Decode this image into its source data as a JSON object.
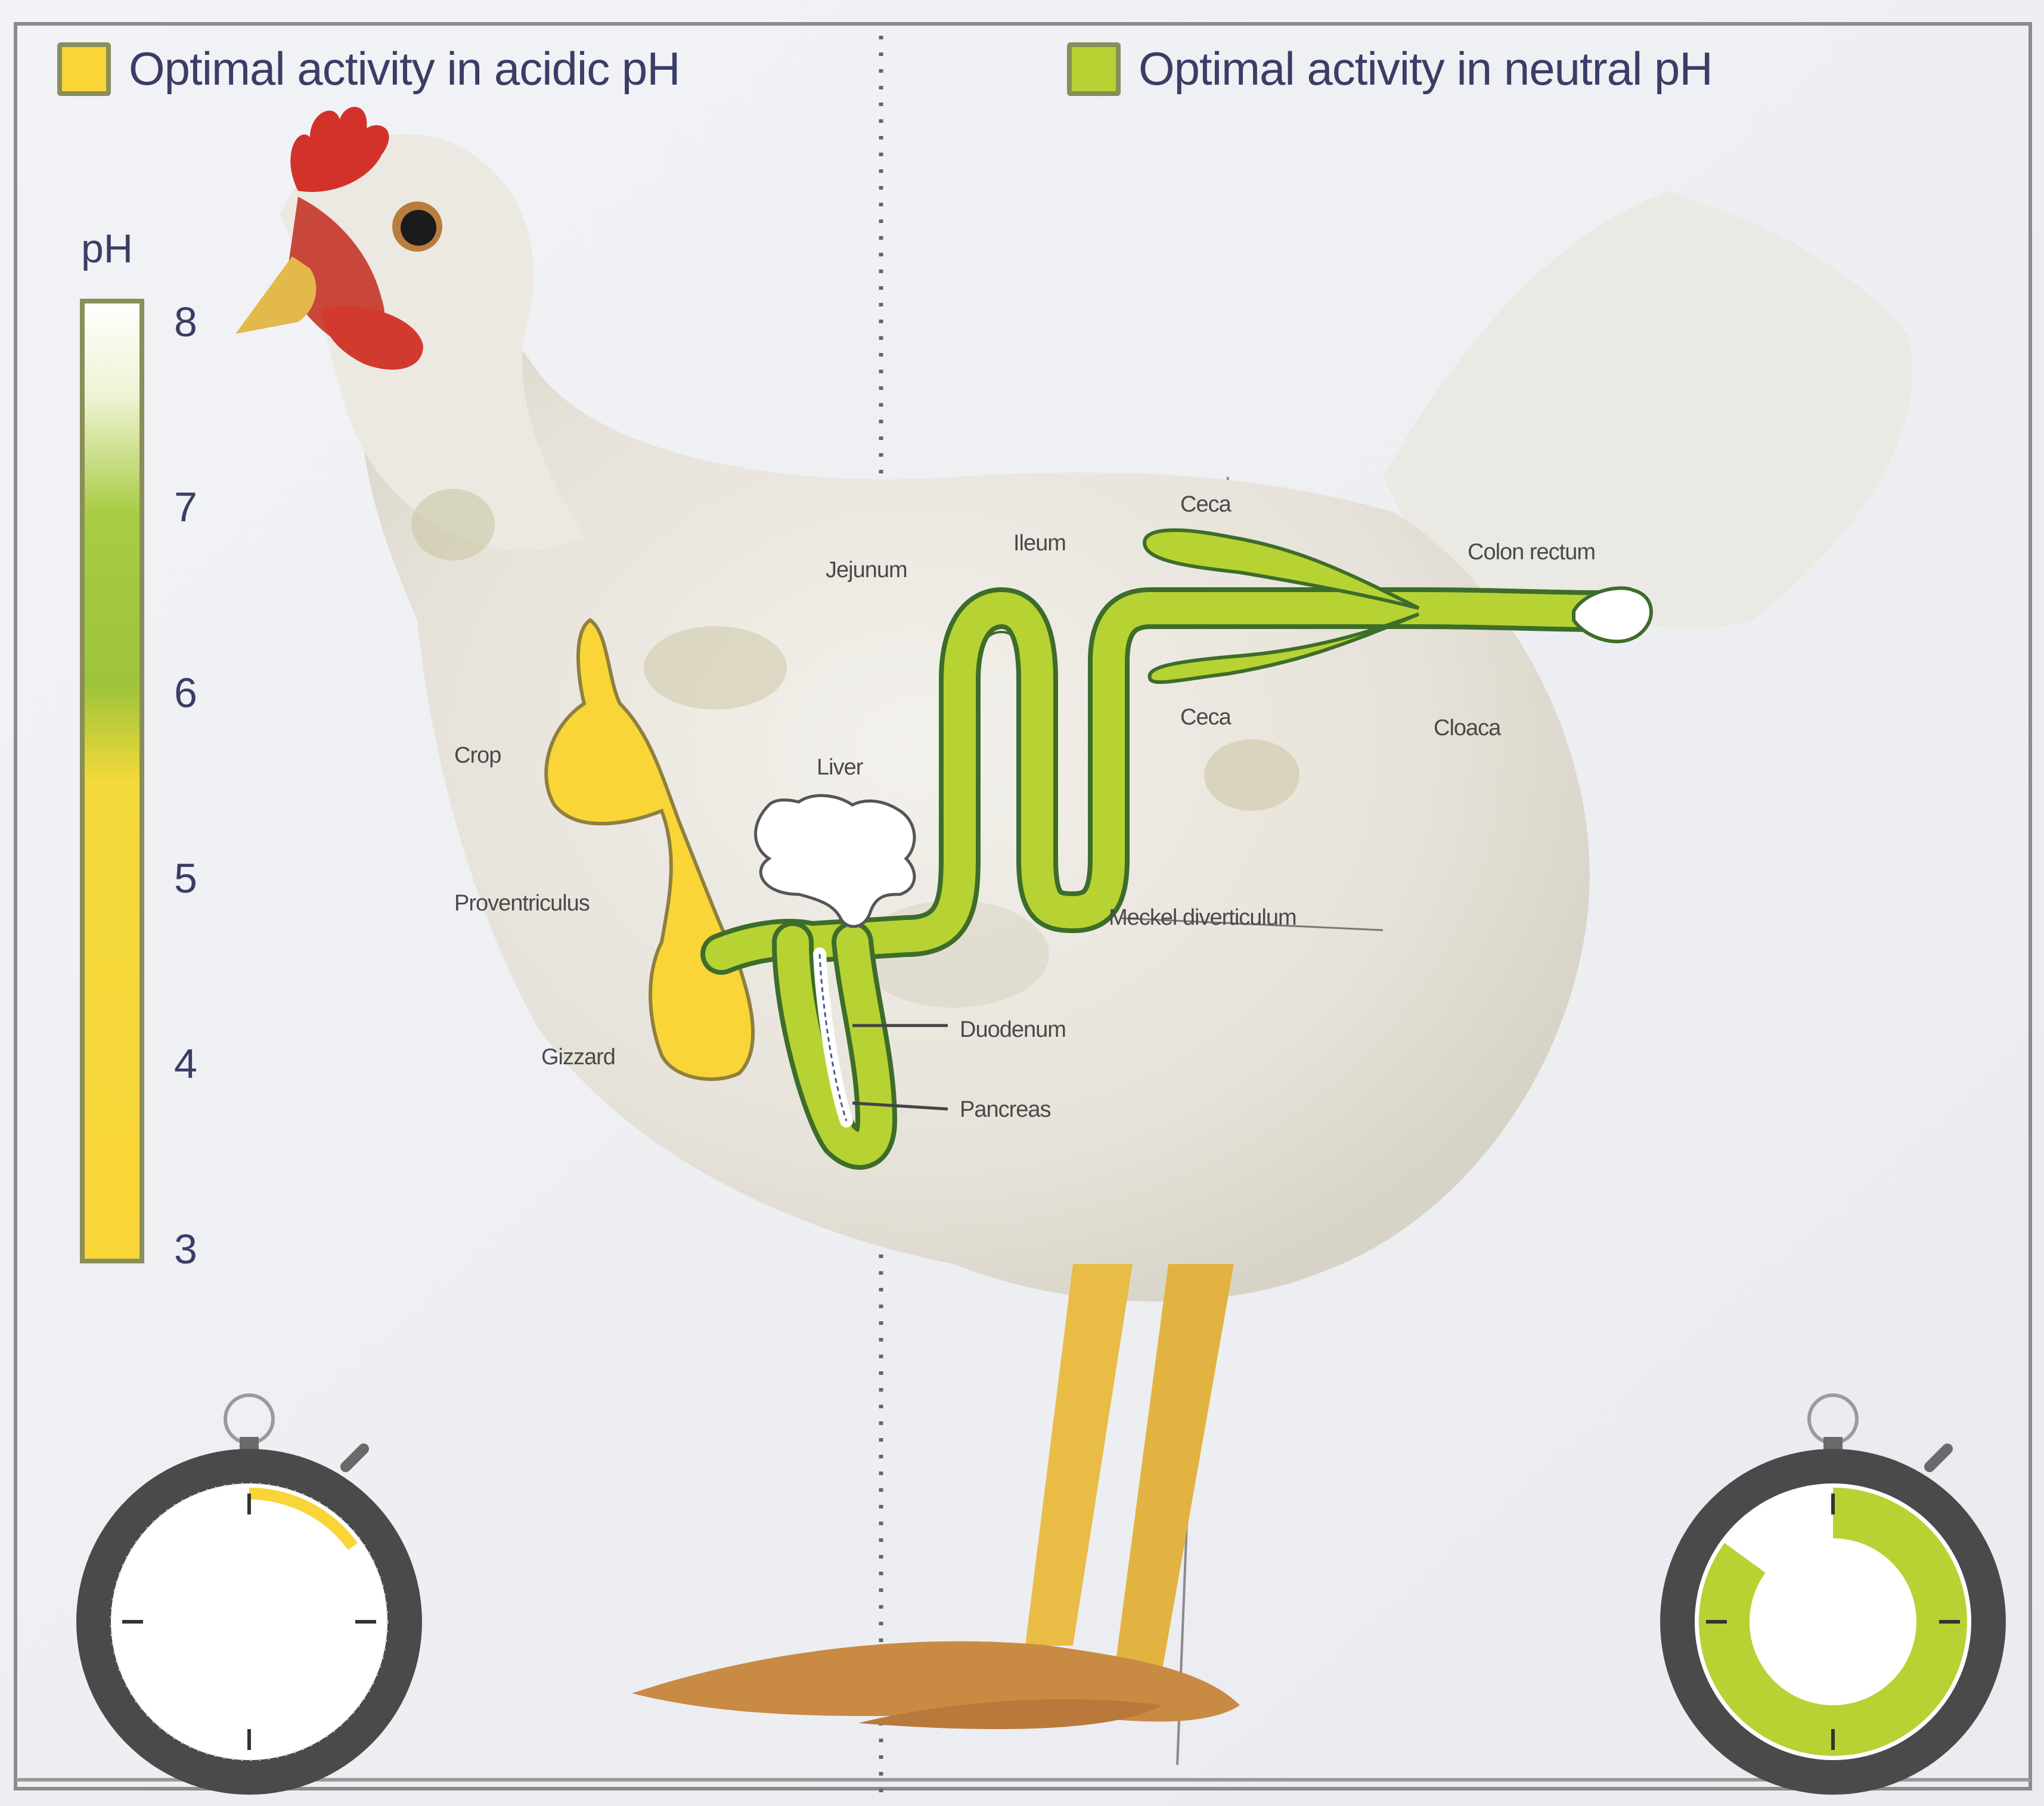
{
  "legend": {
    "acidic": {
      "label": "Optimal activity in acidic pH",
      "color": "#f9d538"
    },
    "neutral": {
      "label": "Optimal activity in neutral pH",
      "color": "#b7d233"
    }
  },
  "ph_scale": {
    "title": "pH",
    "ticks": [
      "8",
      "7",
      "6",
      "5",
      "4",
      "3"
    ]
  },
  "organs": {
    "crop": "Crop",
    "proventriculus": "Proventriculus",
    "gizzard": "Gizzard",
    "liver": "Liver",
    "duodenum": "Duodenum",
    "pancreas": "Pancreas",
    "jejunum": "Jejunum",
    "ileum": "Ileum",
    "ceca_top": "Ceca",
    "ceca_bottom": "Ceca",
    "colon_rectum": "Colon rectum",
    "cloaca": "Cloaca",
    "meckel": "Meckel diverticulum"
  },
  "timers": {
    "acidic_fill_fraction": 0.15,
    "neutral_fill_fraction": 0.85
  }
}
